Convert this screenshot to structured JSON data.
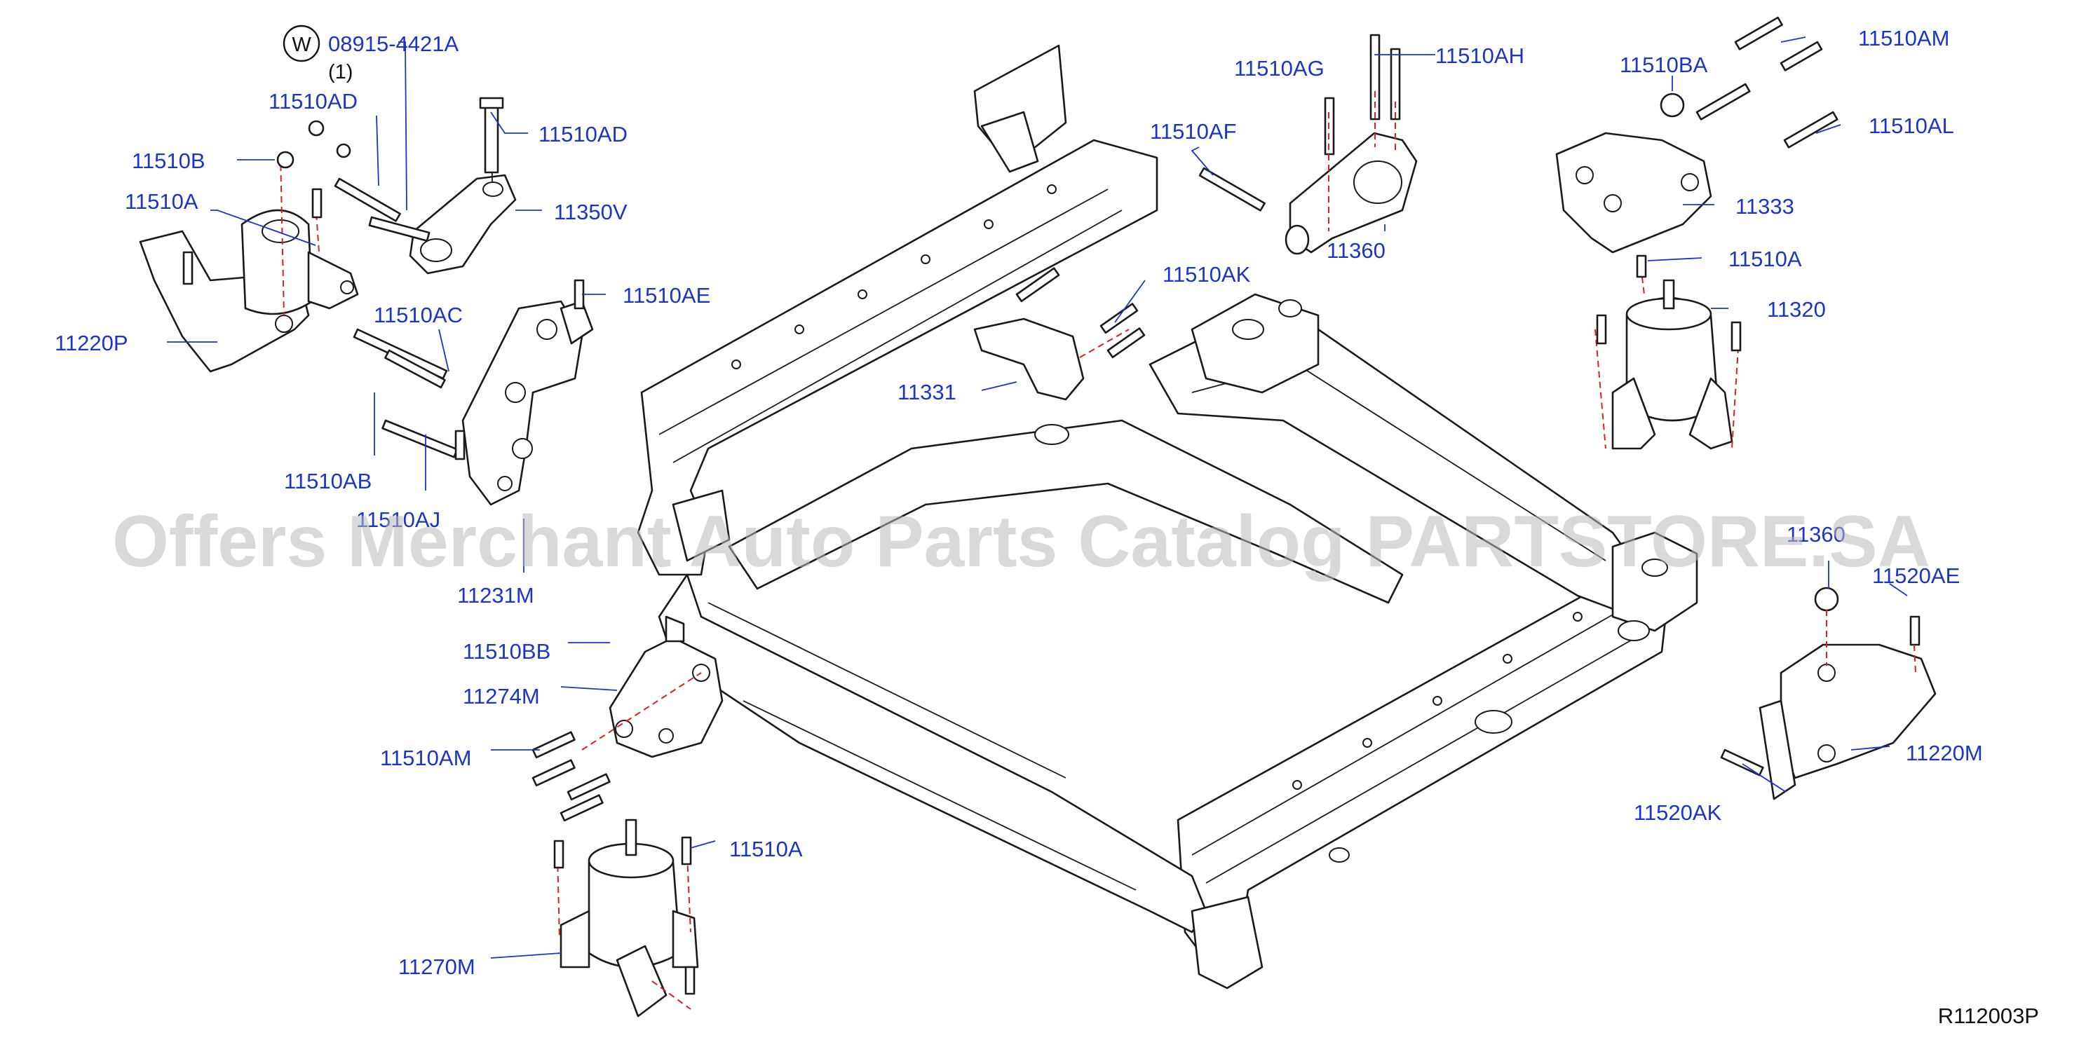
{
  "diagram": {
    "reference_code": "R112003P",
    "watermark": "Offers Merchant Auto Parts Catalog PARTSTORE.SA",
    "washer_symbol": "W",
    "washer_quantity": "(1)",
    "callouts": [
      {
        "id": "c-08915-4421A",
        "label": "08915-4421A"
      },
      {
        "id": "c-11510AD-a",
        "label": "11510AD"
      },
      {
        "id": "c-11510B",
        "label": "11510B"
      },
      {
        "id": "c-11510A-a",
        "label": "11510A"
      },
      {
        "id": "c-11220P",
        "label": "11220P"
      },
      {
        "id": "c-11510AD-b",
        "label": "11510AD"
      },
      {
        "id": "c-11350V",
        "label": "11350V"
      },
      {
        "id": "c-11510AG",
        "label": "11510AG"
      },
      {
        "id": "c-11510AH",
        "label": "11510AH"
      },
      {
        "id": "c-11510AF",
        "label": "11510AF"
      },
      {
        "id": "c-11360",
        "label": "11360"
      },
      {
        "id": "c-11510BA",
        "label": "11510BA"
      },
      {
        "id": "c-11510AM-a",
        "label": "11510AM"
      },
      {
        "id": "c-11510AL",
        "label": "11510AL"
      },
      {
        "id": "c-11333",
        "label": "11333"
      },
      {
        "id": "c-11510A-b",
        "label": "11510A"
      },
      {
        "id": "c-11320",
        "label": "11320"
      },
      {
        "id": "c-11510AE",
        "label": "11510AE"
      },
      {
        "id": "c-11510AC",
        "label": "11510AC"
      },
      {
        "id": "c-11510AK",
        "label": "11510AK"
      },
      {
        "id": "c-11331",
        "label": "11331"
      },
      {
        "id": "c-11510AB",
        "label": "11510AB"
      },
      {
        "id": "c-11510AJ",
        "label": "11510AJ"
      },
      {
        "id": "c-11231M",
        "label": "11231M"
      },
      {
        "id": "c-11360-r",
        "label": "11360"
      },
      {
        "id": "c-11520AE",
        "label": "11520AE"
      },
      {
        "id": "c-11510BB",
        "label": "11510BB"
      },
      {
        "id": "c-11274M",
        "label": "11274M"
      },
      {
        "id": "c-11510AM-b",
        "label": "11510AM"
      },
      {
        "id": "c-11220M",
        "label": "11220M"
      },
      {
        "id": "c-11520AK",
        "label": "11520AK"
      },
      {
        "id": "c-11510A-c",
        "label": "11510A"
      },
      {
        "id": "c-11270M",
        "label": "11270M"
      }
    ]
  }
}
